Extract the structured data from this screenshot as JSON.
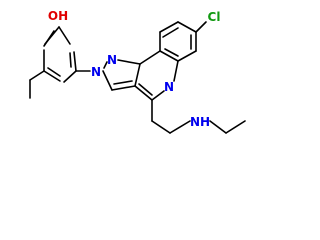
{
  "molecule": {
    "atom_labels": {
      "hydroxyl": "OH",
      "chloro": "Cl",
      "pyrazole_n1": "N",
      "pyrazole_n2": "N",
      "quinoline_n": "N",
      "amine": "NH"
    },
    "colors": {
      "bond": "#000000",
      "oxygen": "#e00000",
      "nitrogen": "#0000ee",
      "chlorine": "#119911",
      "background": "#ffffff"
    }
  }
}
